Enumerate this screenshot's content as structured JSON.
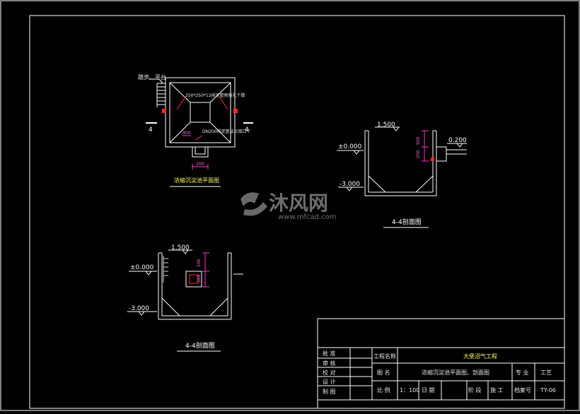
{
  "watermark": {
    "brand": "沐风网",
    "url": "www.mfcad.com"
  },
  "plan": {
    "caption": "浓缩沉淀池平面图",
    "stair_label": "踏步、平台",
    "pipe_label_1": "250*250*12排泥管预留孔个数",
    "pipe_label_2": "DN200排泥管法兰接口个",
    "dim_inner": "400",
    "dim_bottom": "200",
    "section_mark_left": "4",
    "section_mark_right": "4"
  },
  "section_right": {
    "caption": "4-4剖面图",
    "elev_top": "1.500",
    "elev_ground": "±0.000",
    "elev_bottom": "-3.000",
    "elev_outlet": "0.200",
    "dim_a": "500",
    "dim_b": "200"
  },
  "section_left": {
    "caption": "4-4剖面图",
    "elev_top": "1.500",
    "elev_ground": "±0.000",
    "elev_bottom": "-3.000",
    "dim_a": "500",
    "dim_b": "200"
  },
  "title_block": {
    "row_labels": [
      "批 准",
      "审 核",
      "校 对",
      "设 计",
      "制 图"
    ],
    "project_label": "工程名称",
    "project_name": "大堡沼气工程",
    "drawing_label": "图 名",
    "drawing_name": "浓缩沉淀池平面图、剖面图",
    "discipline_label": "专 业",
    "discipline_value": "工艺",
    "scale_label": "比 例",
    "scale_value": "1：100",
    "date_label": "日 期",
    "stage_label": "阶 段",
    "stage_value": "施 工",
    "sheet_label": "档案号",
    "sheet_value": "TY-06"
  }
}
